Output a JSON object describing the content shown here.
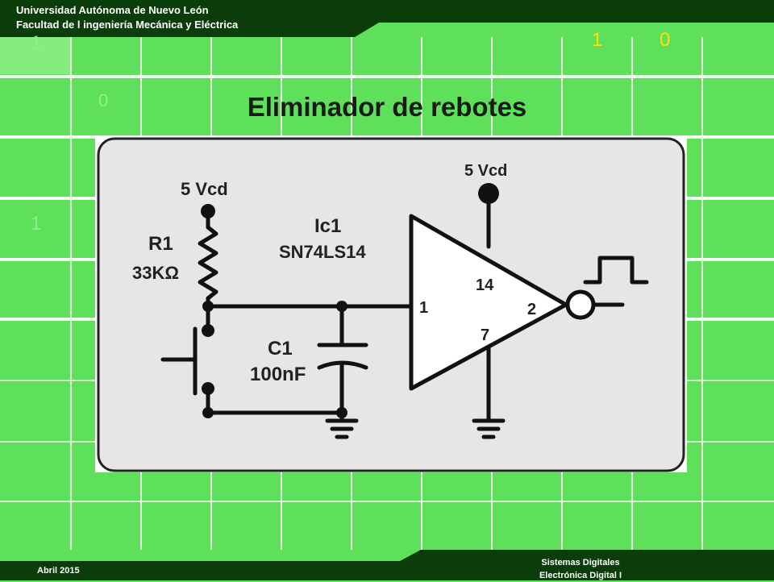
{
  "header": {
    "line1": "Universidad Autónoma de Nuevo León",
    "line2": "Facultad de l ingeniería Mecánica y Eléctrica"
  },
  "footer": {
    "date": "Abril 2015",
    "course_line1": "Sistemas Digitales",
    "course_line2": "Electrónica Digital I"
  },
  "decor_digits": {
    "d1": "1",
    "d2": "1",
    "d3": "0",
    "d4": "0",
    "d5": "1"
  },
  "title": "Eliminador de rebotes",
  "circuit": {
    "supply_left": "5 Vcd",
    "supply_right": "5 Vcd",
    "r_name": "R1",
    "r_value": "33KΩ",
    "ic_name": "Ic1",
    "ic_part": "SN74LS14",
    "c_name": "C1",
    "c_value": "100nF",
    "pin_in": "1",
    "pin_out": "2",
    "pin_vcc": "14",
    "pin_gnd": "7"
  },
  "colors": {
    "background": "#5fe05a",
    "grid": "#ffffff",
    "bar": "#0a3d0a",
    "digit_yellow": "#ffe000",
    "panel": "#e6e6e6"
  }
}
